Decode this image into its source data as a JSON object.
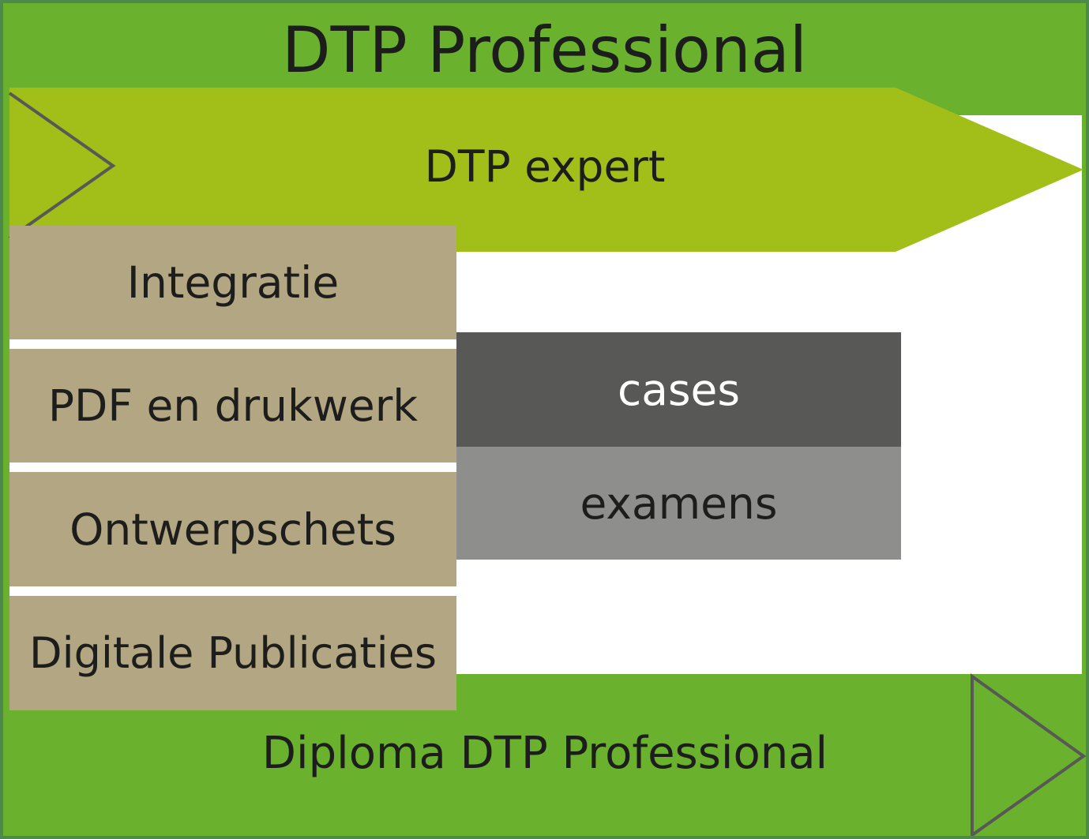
{
  "title": "DTP Professional",
  "banner": "DTP expert",
  "modules": [
    {
      "label": "Integratie"
    },
    {
      "label": "PDF en drukwerk"
    },
    {
      "label": "Ontwerpschets"
    },
    {
      "label": "Digitale Publicaties"
    }
  ],
  "assessment": {
    "cases": "cases",
    "exams": "examens"
  },
  "footer": "Diploma DTP Professional",
  "colors": {
    "outer_green": "#6ab22d",
    "border_green": "#4e8a4d",
    "banner_lime": "#a2be19",
    "module_tan": "#b3a783",
    "cases_dark": "#585856",
    "exams_gray": "#8e8e8c",
    "text_dark": "#1d1d1b",
    "arrow_stroke": "#585856"
  }
}
